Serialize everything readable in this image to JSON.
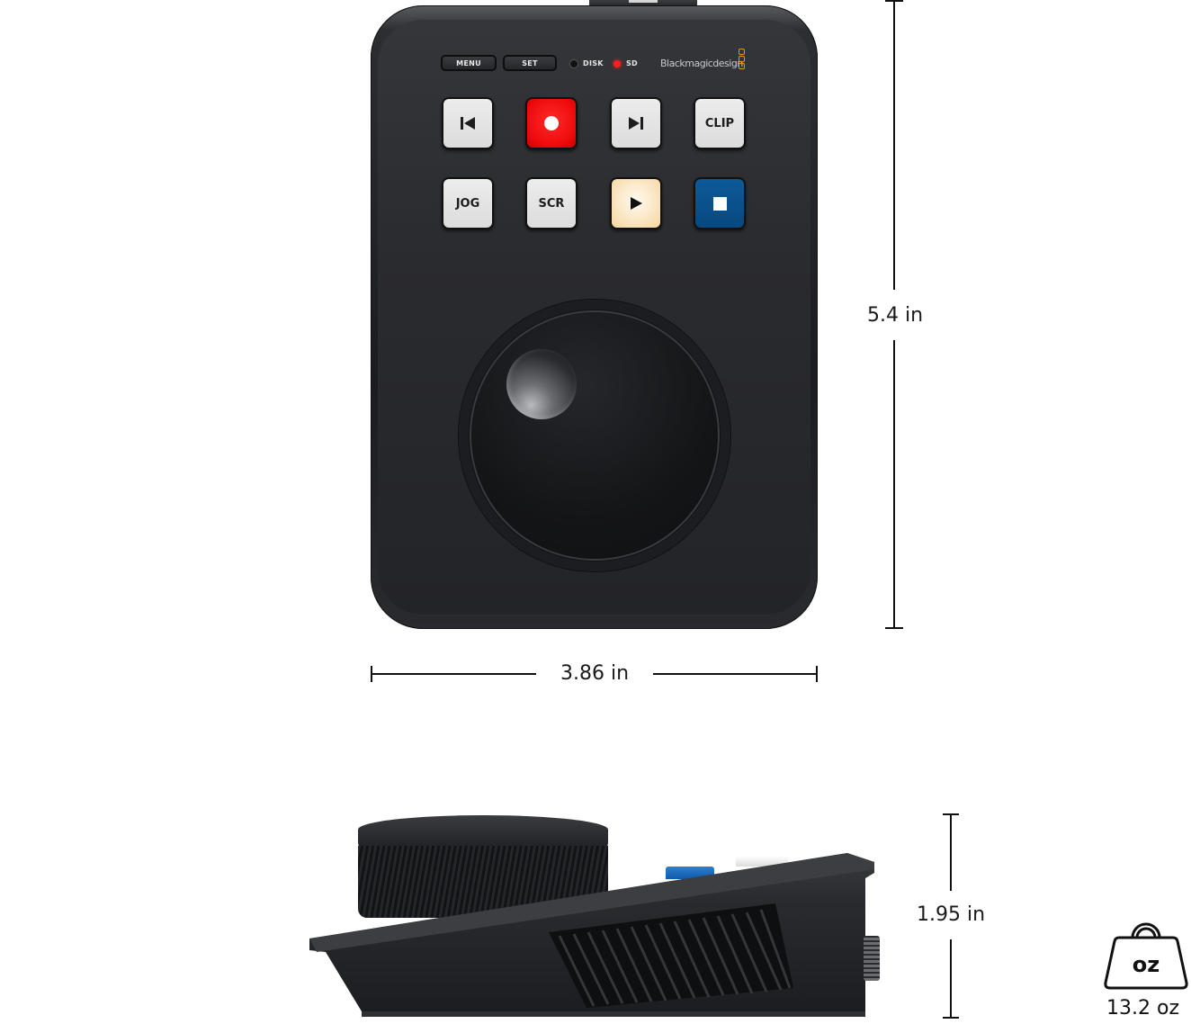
{
  "device": {
    "top_buttons": [
      {
        "label": "MENU"
      },
      {
        "label": "SET"
      }
    ],
    "indicators": [
      {
        "label": "DISK",
        "color": "#1a1a1a"
      },
      {
        "label": "SD",
        "color": "#ff1f1f"
      }
    ],
    "brand": "Blackmagicdesign",
    "brand_accent": "#e8941c",
    "keys_row1": [
      {
        "name": "previous-clip",
        "icon": "skip-back-icon",
        "color": "#e4e4e4"
      },
      {
        "name": "record",
        "icon": "record-icon",
        "color": "#f01010"
      },
      {
        "name": "next-clip",
        "icon": "skip-forward-icon",
        "color": "#e4e4e4"
      },
      {
        "name": "clip",
        "label": "CLIP",
        "color": "#e4e4e4"
      }
    ],
    "keys_row2": [
      {
        "name": "jog",
        "label": "JOG",
        "color": "#e4e4e4"
      },
      {
        "name": "scroll",
        "label": "SCR",
        "color": "#e4e4e4"
      },
      {
        "name": "play",
        "icon": "play-icon",
        "color": "#f8e2b8"
      },
      {
        "name": "stop",
        "icon": "stop-icon",
        "color": "#0a4f8c"
      }
    ]
  },
  "dimensions": {
    "height": "5.4 in",
    "width": "3.86 in",
    "depth": "1.95 in"
  },
  "weight": {
    "icon_label": "oz",
    "value": "13.2 oz"
  }
}
